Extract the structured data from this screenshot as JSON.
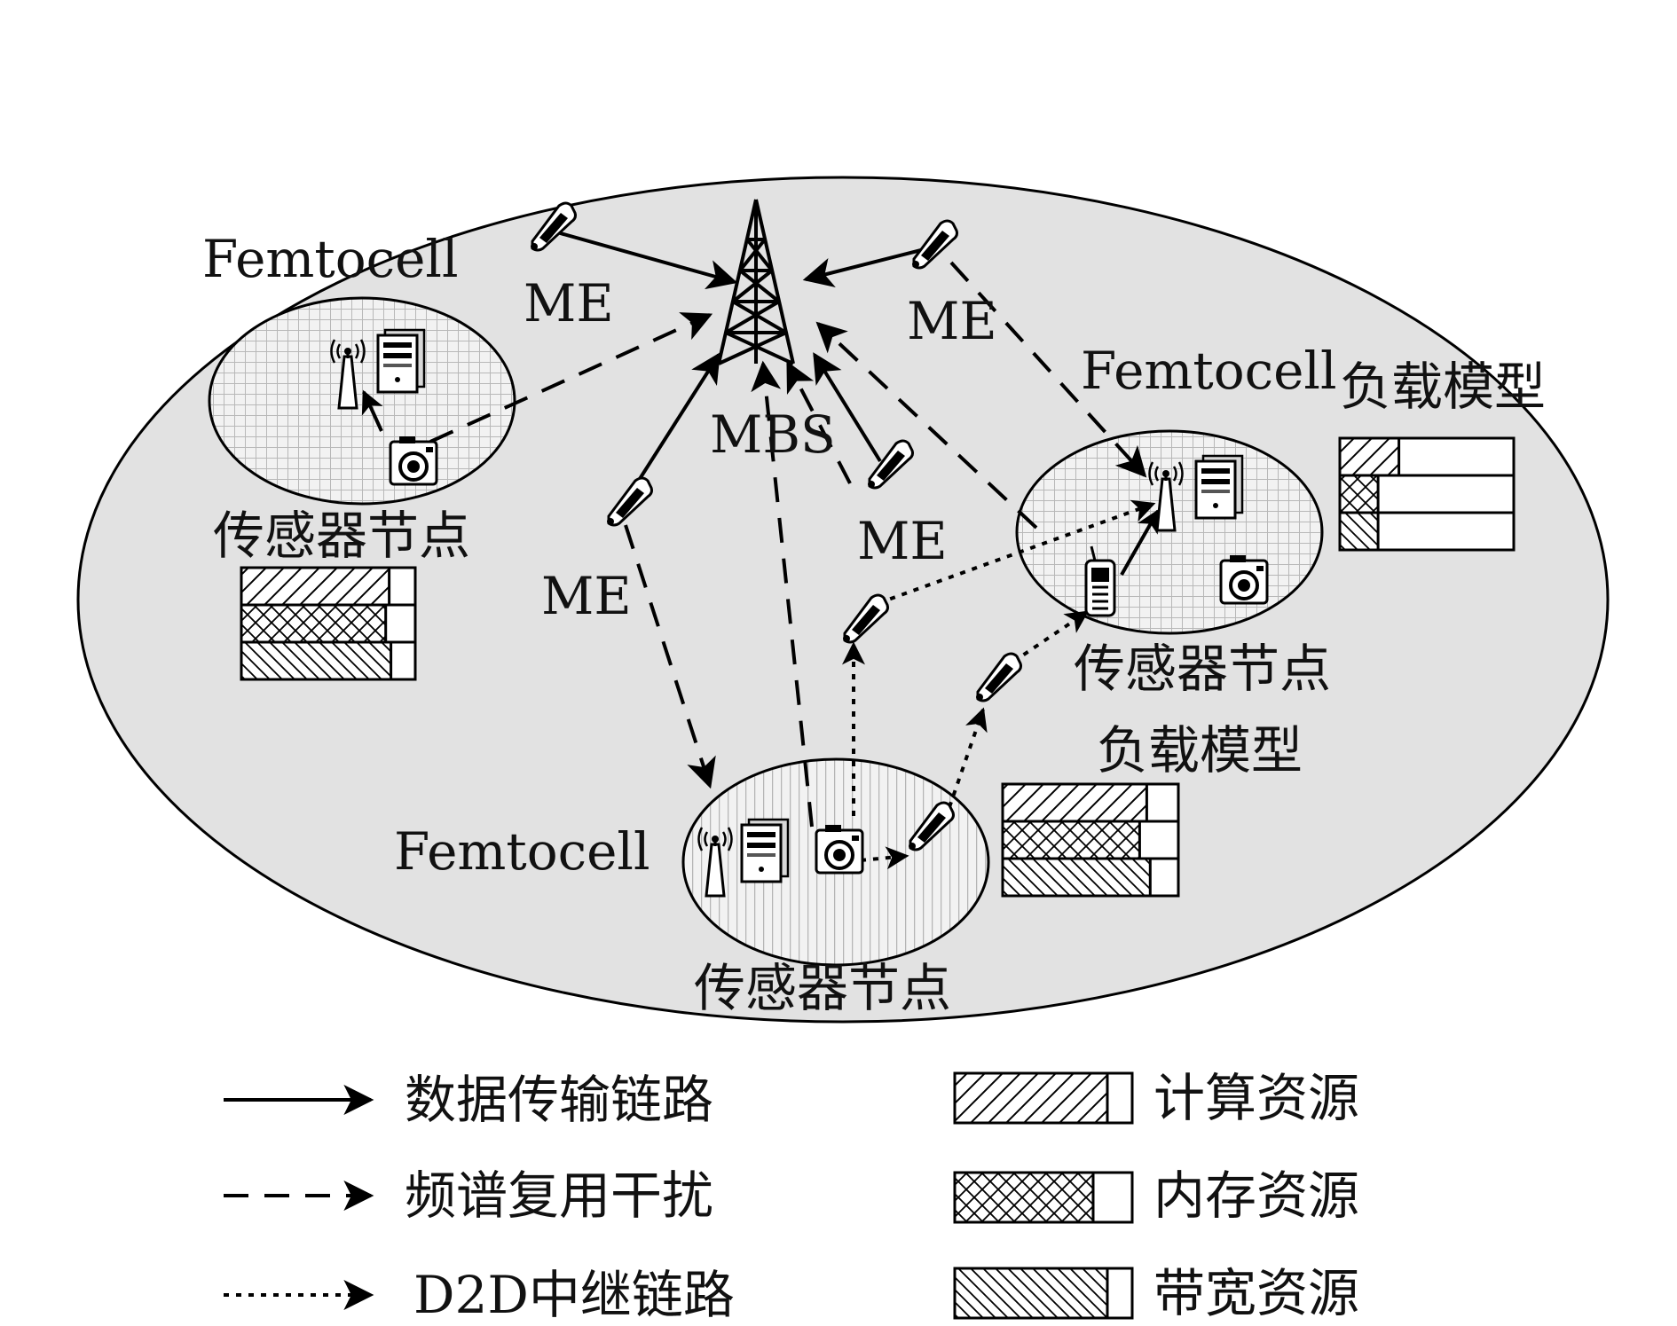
{
  "labels": {
    "femtocell": "Femtocell",
    "me": "ME",
    "mbs": "MBS",
    "sensor_node": "传感器节点",
    "load_model": "负载模型"
  },
  "legend": {
    "data_link": "数据传输链路",
    "interference": "频谱复用干扰",
    "d2d_relay": "D2D中继链路",
    "compute": "计算资源",
    "memory": "内存资源",
    "bandwidth": "带宽资源"
  },
  "load_models": {
    "left": {
      "compute": 0.85,
      "memory": 0.83,
      "bandwidth": 0.86
    },
    "bottom": {
      "compute": 0.82,
      "memory": 0.78,
      "bandwidth": 0.84
    },
    "right": {
      "compute": 0.34,
      "memory": 0.22,
      "bandwidth": 0.22
    }
  },
  "colors": {
    "cell_background": "#e2e2e2",
    "femtocell_fill": "#f1f1f1",
    "line": "#000000"
  }
}
